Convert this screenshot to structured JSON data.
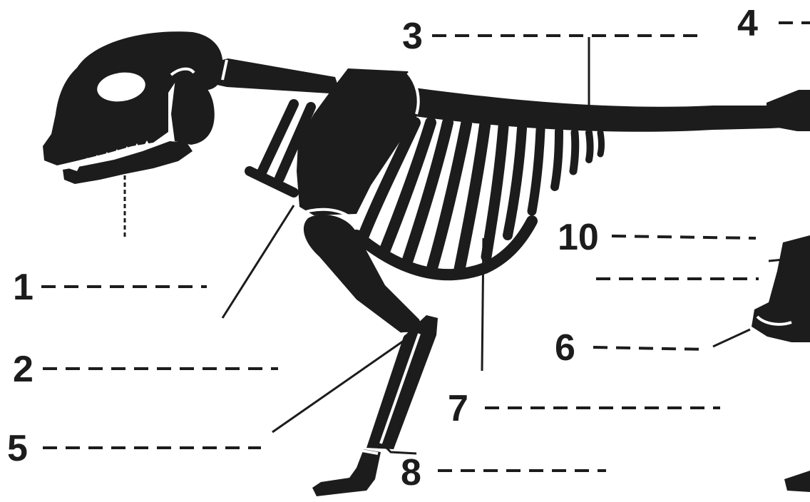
{
  "diagram": {
    "labels": [
      {
        "id": "1",
        "text": "1"
      },
      {
        "id": "2",
        "text": "2"
      },
      {
        "id": "3",
        "text": "3"
      },
      {
        "id": "4",
        "text": "4"
      },
      {
        "id": "5",
        "text": "5"
      },
      {
        "id": "6",
        "text": "6"
      },
      {
        "id": "7",
        "text": "7"
      },
      {
        "id": "8",
        "text": "8"
      },
      {
        "id": "10",
        "text": "10"
      }
    ],
    "colors": {
      "bone": "#1c1c1c",
      "background": "#ffffff"
    }
  }
}
